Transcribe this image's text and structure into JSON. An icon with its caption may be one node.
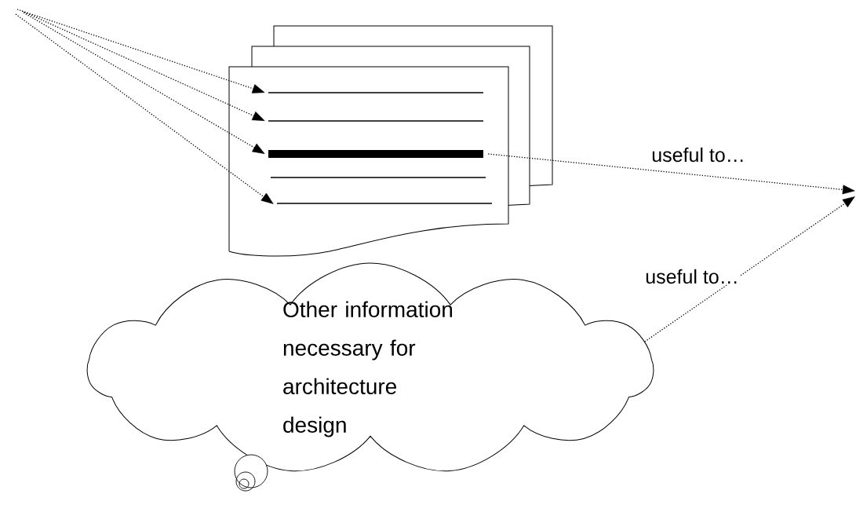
{
  "diagram": {
    "nodes": [
      {
        "text": [],
        "shape": "picture"
      },
      {
        "text": [],
        "shape": "bar",
        "in": 0
      },
      {
        "text": [],
        "shape": "bar",
        "in": 0
      },
      {
        "text": [],
        "shape": "bar",
        "in": 0
      },
      {
        "text": [],
        "shape": "bar",
        "in": 0
      },
      {
        "text": [],
        "shape": "bar",
        "in": 0
      },
      {
        "text": [
          "Other information necessary for architecture design"
        ]
      }
    ],
    "edges": [
      {
        "from": null,
        "to": 1,
        "arrow": "to"
      },
      {
        "from": null,
        "to": 2,
        "arrow": "to"
      },
      {
        "from": null,
        "to": 3,
        "arrow": "to"
      },
      {
        "from": null,
        "to": 5,
        "arrow": "to"
      },
      {
        "from": 3,
        "to": null,
        "arrow": "to",
        "label": "useful to…"
      },
      {
        "from": 6,
        "to": null,
        "arrow": "to",
        "label": "useful to…"
      }
    ]
  }
}
